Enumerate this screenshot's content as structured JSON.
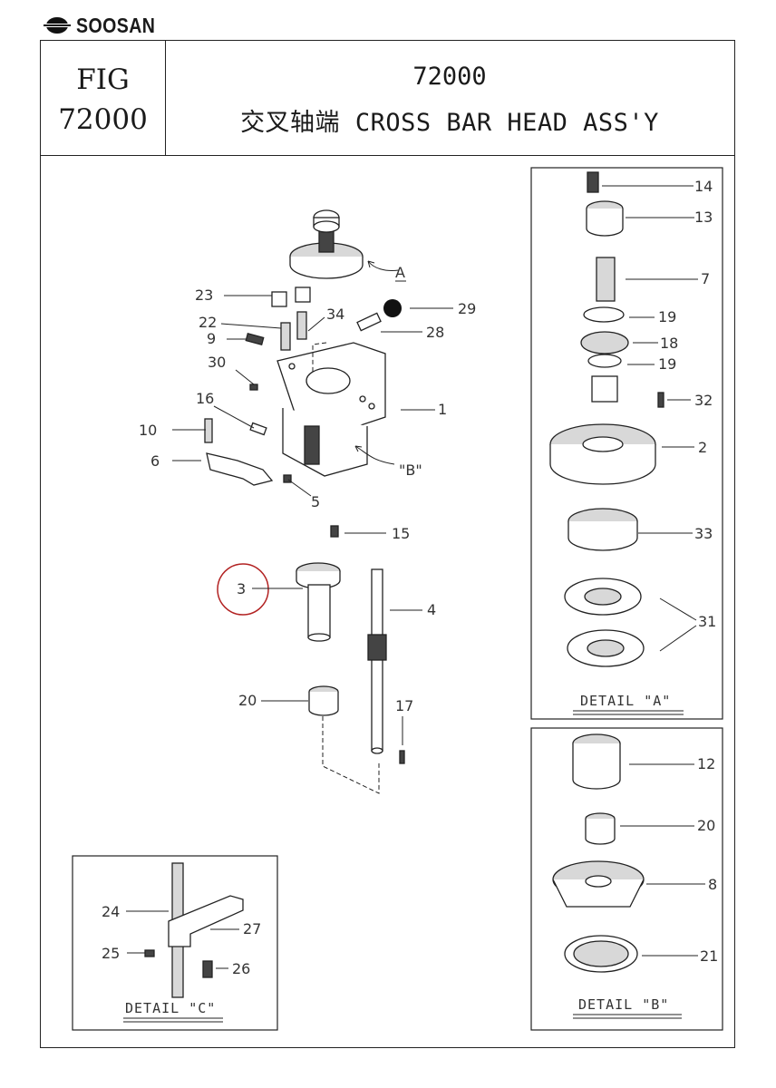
{
  "logo": {
    "text": "SOOSAN"
  },
  "header": {
    "fig_label": "FIG",
    "fig_number": "72000",
    "code": "72000",
    "title": "交叉轴端  CROSS BAR HEAD ASS'Y"
  },
  "details": {
    "a": "DETAIL \"A\"",
    "b": "DETAIL \"B\"",
    "c": "DETAIL \"C\""
  },
  "callouts": {
    "p1": "1",
    "p2": "2",
    "p3": "3",
    "p4": "4",
    "p5": "5",
    "p6": "6",
    "p7": "7",
    "p8": "8",
    "p9": "9",
    "p10": "10",
    "p12": "12",
    "p13": "13",
    "p14": "14",
    "p15": "15",
    "p16": "16",
    "p17": "17",
    "p18": "18",
    "p19a": "19",
    "p19b": "19",
    "p20a": "20",
    "p20b": "20",
    "p21": "21",
    "p22": "22",
    "p23": "23",
    "p24": "24",
    "p25": "25",
    "p26": "26",
    "p27": "27",
    "p28": "28",
    "p29": "29",
    "p30": "30",
    "p31": "31",
    "p32": "32",
    "p33": "33",
    "p34": "34",
    "ref_a": "A",
    "ref_b": "\"B\""
  },
  "highlight": {
    "part": "3",
    "color": "#b22222"
  }
}
